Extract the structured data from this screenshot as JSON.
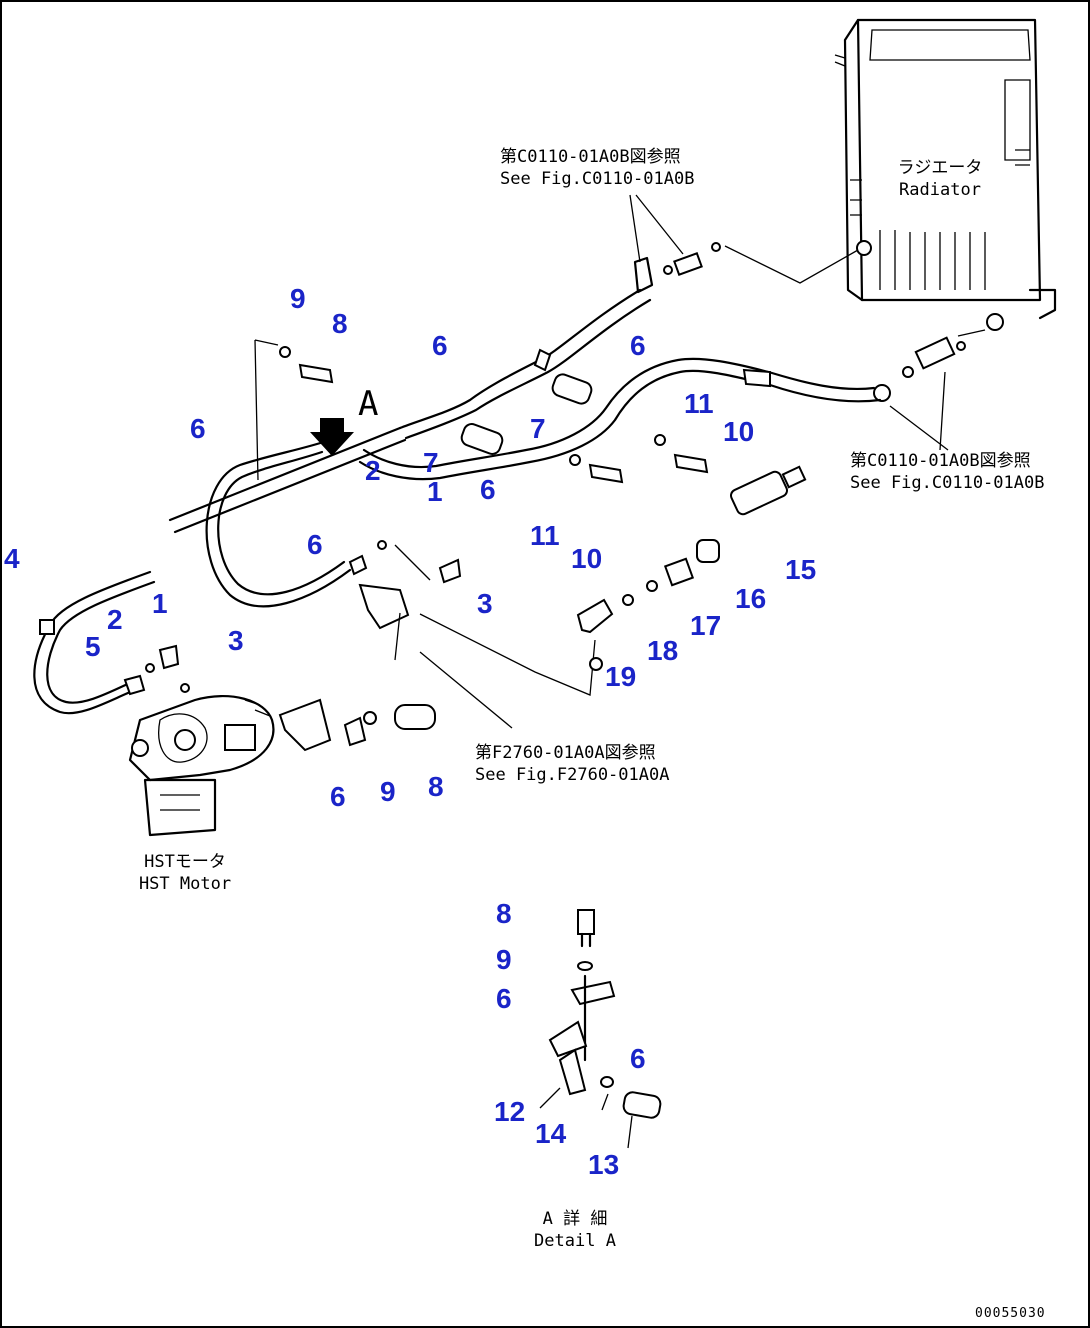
{
  "callouts": {
    "c1": "1",
    "c1b": "1",
    "c2": "2",
    "c2b": "2",
    "c3": "3",
    "c3b": "3",
    "c4": "4",
    "c5": "5",
    "c6a": "6",
    "c6b": "6",
    "c6c": "6",
    "c6d": "6",
    "c6e": "6",
    "c6f": "6",
    "c6g": "6",
    "c6h": "6",
    "c7a": "7",
    "c7b": "7",
    "c8a": "8",
    "c8b": "8",
    "c8c": "8",
    "c9a": "9",
    "c9b": "9",
    "c9c": "9",
    "c10a": "10",
    "c10b": "10",
    "c11a": "11",
    "c11b": "11",
    "c12": "12",
    "c13": "13",
    "c14": "14",
    "c15": "15",
    "c16": "16",
    "c17": "17",
    "c18": "18",
    "c19": "19"
  },
  "notes": {
    "ref_top": {
      "jp": "第C0110-01A0B図参照",
      "en": "See Fig.C0110-01A0B"
    },
    "ref_right": {
      "jp": "第C0110-01A0B図参照",
      "en": "See Fig.C0110-01A0B"
    },
    "ref_bottom": {
      "jp": "第F2760-01A0A図参照",
      "en": "See Fig.F2760-01A0A"
    },
    "radiator": {
      "jp": "ラジエータ",
      "en": "Radiator"
    },
    "hst_motor": {
      "jp": "HSTモータ",
      "en": "HST Motor"
    },
    "detail": {
      "jp": "A 詳 細",
      "en": "Detail A"
    }
  },
  "view_letter": "A",
  "drawing_code": "00055030",
  "colors": {
    "callout": "#1a24c8",
    "line": "#000000",
    "background": "#ffffff"
  }
}
